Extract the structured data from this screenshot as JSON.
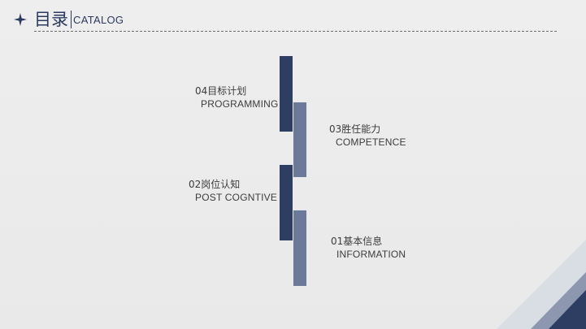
{
  "header": {
    "title_cn": "目录",
    "title_en": "CATALOG"
  },
  "items": [
    {
      "number": "04",
      "cn": "04目标计划",
      "en": "PROGRAMMING"
    },
    {
      "number": "03",
      "cn": "03胜任能力",
      "en": "COMPETENCE"
    },
    {
      "number": "02",
      "cn": "02岗位认知",
      "en": "POST COGNTIVE"
    },
    {
      "number": "01",
      "cn": "01基本信息",
      "en": "INFORMATION"
    }
  ],
  "colors": {
    "navy": "#2e3e63",
    "slate": "#6b7a9a",
    "background": "#ececec"
  }
}
